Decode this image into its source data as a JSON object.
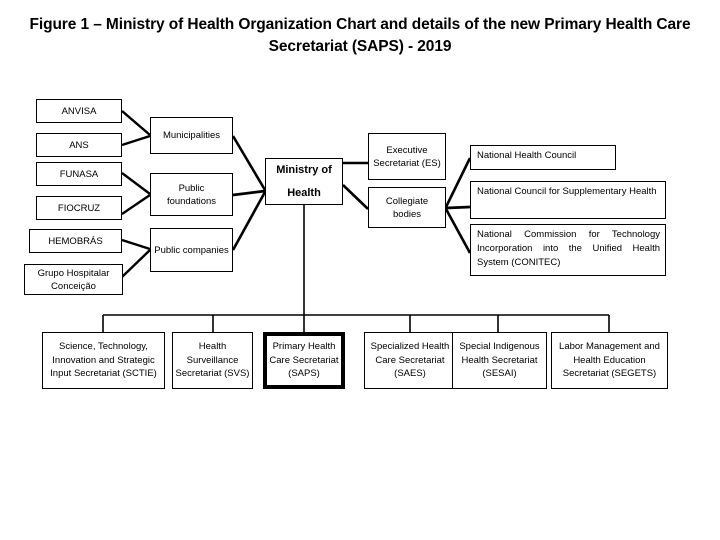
{
  "figure": {
    "title": "Figure 1 – Ministry of Health Organization Chart and details of the new Primary Health Care Secretariat (SAPS) - 2019",
    "year": "2019"
  },
  "chart_data": {
    "type": "diagram",
    "title": "Figure 1 – Ministry of Health Organization Chart and details of the new Primary Health Care Secretariat (SAPS) - 2019",
    "root": "Ministry of Health",
    "highlighted_node": "Primary Health Care Secretariat (SAPS)"
  },
  "entities": {
    "anvisa": "ANVISA",
    "ans": "ANS",
    "funasa": "FUNASA",
    "fiocruz": "FIOCRUZ",
    "hemobras": "HEMOBRÁS",
    "grupo_hospitalar": "Grupo Hospitalar Conceição"
  },
  "groups": {
    "municipalities": "Municipalities",
    "public_foundations": "Public foundations",
    "public_companies": "Public companies"
  },
  "core": {
    "ministry": "Ministry of Health",
    "ministry_line1": "Ministry of",
    "ministry_line2": "Health",
    "executive_secretariat": "Executive Secretariat (ES)",
    "collegiate_bodies": "Collegiate bodies"
  },
  "councils": {
    "national_health_council": "National Health Council",
    "national_council_supplementary_health": "National Council for Supplementary Health",
    "conitec": "National Commission for Technology Incorporation into the Unified Health System (CONITEC)"
  },
  "secretariats": [
    {
      "id": "sctie",
      "label": "Science, Technology, Innovation and Strategic Input Secretariat (SCTIE)",
      "highlighted": false
    },
    {
      "id": "svs",
      "label": "Health Surveillance Secretariat (SVS)",
      "highlighted": false
    },
    {
      "id": "saps",
      "label": "Primary Health Care Secretariat (SAPS)",
      "highlighted": true
    },
    {
      "id": "saes",
      "label": "Specialized Health Care Secretariat (SAES)",
      "highlighted": false
    },
    {
      "id": "sesai",
      "label": "Special Indigenous Health Secretariat (SESAI)",
      "highlighted": false
    },
    {
      "id": "segets",
      "label": "Labor Management and Health Education Secretariat (SEGETS)",
      "highlighted": false
    }
  ],
  "style": {
    "line_color": "#000000",
    "box_fill": "#ffffff",
    "text_color": "#000000"
  }
}
